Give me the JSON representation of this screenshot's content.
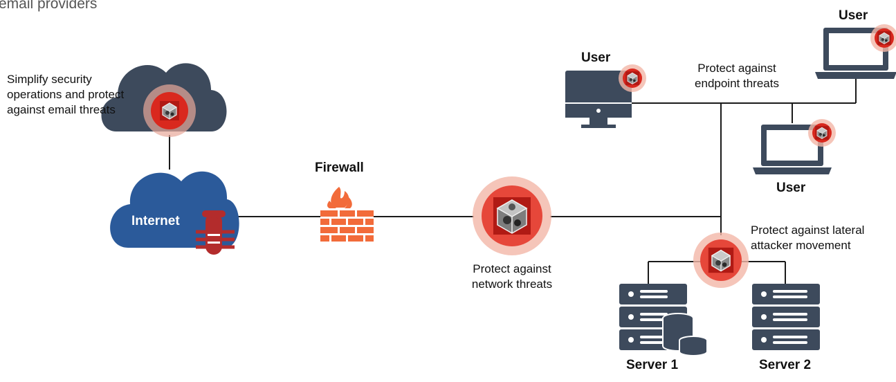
{
  "header_fragment": "email providers",
  "nodes": {
    "email_cloud_text": "Simplify security operations and protect against email threats",
    "internet": "Internet",
    "firewall": "Firewall",
    "network_caption": "Protect against network threats",
    "user_desktop": "User",
    "user_laptop_top": "User",
    "user_laptop_mid": "User",
    "endpoint_caption": "Protect against endpoint threats",
    "lateral_caption": "Protect against lateral attacker movement",
    "server1": "Server 1",
    "server2": "Server 2"
  },
  "colors": {
    "cloud_dark": "#3d4a5c",
    "cloud_blue": "#2b5a9a",
    "firewall": "#f26b3a",
    "badge_red": "#d9281e",
    "device": "#3d4a5c",
    "line": "#1a1a1a",
    "bug": "#b32c2c"
  }
}
